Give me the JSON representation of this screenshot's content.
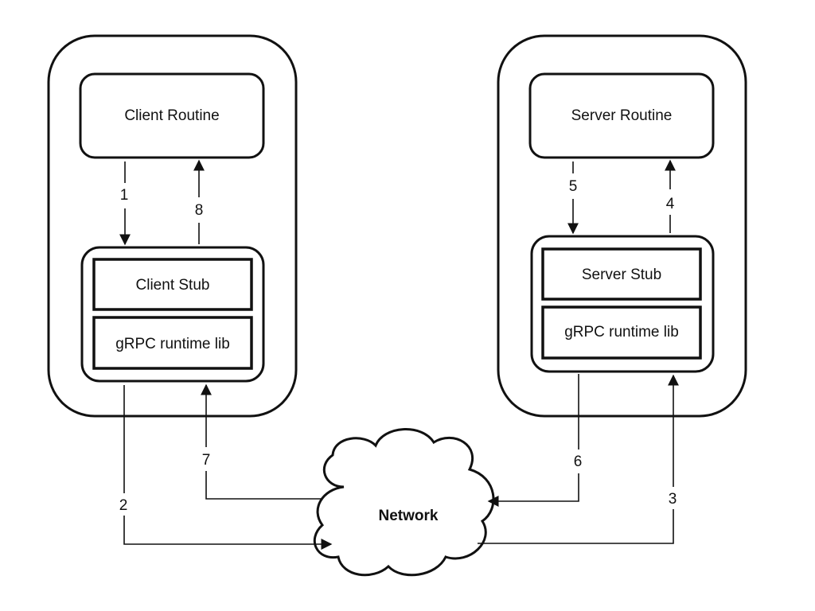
{
  "client": {
    "routine_label": "Client Routine",
    "stub_label": "Client Stub",
    "runtime_label": "gRPC runtime lib"
  },
  "server": {
    "routine_label": "Server Routine",
    "stub_label": "Server Stub",
    "runtime_label": "gRPC runtime lib"
  },
  "network_label": "Network",
  "steps": {
    "s1": "1",
    "s2": "2",
    "s3": "3",
    "s4": "4",
    "s5": "5",
    "s6": "6",
    "s7": "7",
    "s8": "8"
  }
}
